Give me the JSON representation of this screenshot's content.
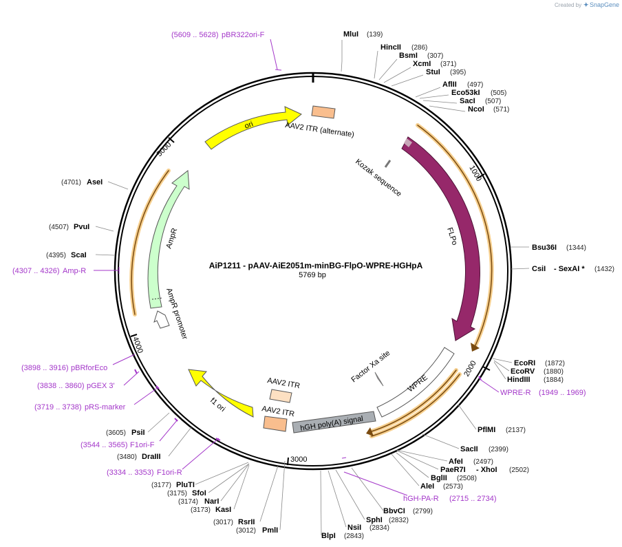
{
  "branding": {
    "created_by": "Created by",
    "app": "SnapGene"
  },
  "plasmid": {
    "name": "AiP1211 - pAAV-AiE2051m-minBG-FlpO-WPRE-HGHpA",
    "length_text": "5769 bp",
    "length": 5769
  },
  "ticks": [
    {
      "pos": 1000,
      "label": "1000"
    },
    {
      "pos": 2000,
      "label": "2000"
    },
    {
      "pos": 3000,
      "label": "3000"
    },
    {
      "pos": 4000,
      "label": "4000"
    },
    {
      "pos": 5000,
      "label": "5000"
    }
  ],
  "sites": [
    {
      "name": "MluI",
      "pos_text": "(139)"
    },
    {
      "name": "HincII",
      "pos_text": "(286)"
    },
    {
      "name": "BsmI",
      "pos_text": "(307)"
    },
    {
      "name": "XcmI",
      "pos_text": "(371)"
    },
    {
      "name": "StuI",
      "pos_text": "(395)"
    },
    {
      "name": "AflII",
      "pos_text": "(497)"
    },
    {
      "name": "Eco53kI",
      "pos_text": "(505)"
    },
    {
      "name": "SacI",
      "pos_text": "(507)"
    },
    {
      "name": "NcoI",
      "pos_text": "(571)"
    },
    {
      "name": "Bsu36I",
      "pos_text": "(1344)"
    },
    {
      "name": "CsiI",
      "extra": "- SexAI *",
      "pos_text": "(1432)"
    },
    {
      "name": "EcoRI",
      "pos_text": "(1872)"
    },
    {
      "name": "EcoRV",
      "pos_text": "(1880)"
    },
    {
      "name": "HindIII",
      "pos_text": "(1884)"
    },
    {
      "name": "PflMI",
      "pos_text": "(2137)"
    },
    {
      "name": "SacII",
      "pos_text": "(2399)"
    },
    {
      "name": "AfeI",
      "pos_text": "(2497)"
    },
    {
      "name": "PaeR7I",
      "extra": "- XhoI",
      "pos_text": "(2502)"
    },
    {
      "name": "BglII",
      "pos_text": "(2508)"
    },
    {
      "name": "AleI",
      "pos_text": "(2573)"
    },
    {
      "name": "BbvCI",
      "pos_text": "(2799)"
    },
    {
      "name": "SphI",
      "pos_text": "(2832)"
    },
    {
      "name": "NsiI",
      "pos_text": "(2834)"
    },
    {
      "name": "BlpI",
      "pos_text": "(2843)"
    },
    {
      "name": "PmlI",
      "pos_text": "(3012)"
    },
    {
      "name": "RsrII",
      "pos_text": "(3017)"
    },
    {
      "name": "KasI",
      "pos_text": "(3173)"
    },
    {
      "name": "NarI",
      "pos_text": "(3174)"
    },
    {
      "name": "SfoI",
      "pos_text": "(3175)"
    },
    {
      "name": "PluTI",
      "pos_text": "(3177)"
    },
    {
      "name": "DraIII",
      "pos_text": "(3480)"
    },
    {
      "name": "PsiI",
      "pos_text": "(3605)"
    },
    {
      "name": "ScaI",
      "pos_text": "(4395)"
    },
    {
      "name": "PvuI",
      "pos_text": "(4507)"
    },
    {
      "name": "AseI",
      "pos_text": "(4701)"
    }
  ],
  "primers": [
    {
      "name": "pBR322ori-F",
      "range": "(5609 .. 5628)"
    },
    {
      "name": "Amp-R",
      "range": "(4307 .. 4326)"
    },
    {
      "name": "WPRE-R",
      "range": "(1949 .. 1969)"
    },
    {
      "name": "hGH-PA-R",
      "range": "(2715 .. 2734)"
    },
    {
      "name": "pBRforEco",
      "range": "(3898 .. 3916)"
    },
    {
      "name": "pGEX 3'",
      "range": "(3838 .. 3860)"
    },
    {
      "name": "pRS-marker",
      "range": "(3719 .. 3738)"
    },
    {
      "name": "F1ori-F",
      "range": "(3544 .. 3565)"
    },
    {
      "name": "F1ori-R",
      "range": "(3334 .. 3353)"
    }
  ],
  "features": [
    {
      "name": "AAV2 ITR (alternate)",
      "type": "box",
      "color": "#f9be8e"
    },
    {
      "name": "Kozak sequence",
      "type": "mark",
      "color": "#bfbfbf"
    },
    {
      "name": "FLPo",
      "type": "arrow",
      "color": "#96286a"
    },
    {
      "name": "Factor Xa site",
      "type": "mark",
      "color": "#c8a7b8"
    },
    {
      "name": "WPRE",
      "type": "arrow",
      "color": "#ffffff"
    },
    {
      "name": "hGH poly(A) signal",
      "type": "box",
      "color": "#a9aeb3"
    },
    {
      "name": "AAV2 ITR",
      "type": "box",
      "color": "#f9be8e"
    },
    {
      "name": "AAV2 ITR",
      "type": "box",
      "color": "#fde0c2"
    },
    {
      "name": "f1 ori",
      "type": "arrow",
      "color": "#ffff00"
    },
    {
      "name": "AmpR promoter",
      "type": "arrow",
      "color": "#ffffff"
    },
    {
      "name": "AmpR",
      "type": "arrow",
      "color": "#ccffcc"
    },
    {
      "name": "ori",
      "type": "arrow",
      "color": "#ffff00"
    }
  ],
  "colors": {
    "primer": "#a336c9",
    "orf_outline": "#e8a33a",
    "backbone": "#000000"
  }
}
